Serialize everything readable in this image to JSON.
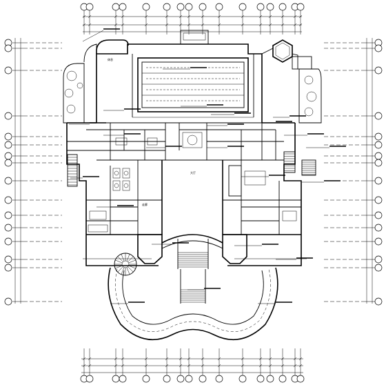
{
  "drawing": {
    "room_labels": [
      {
        "id": "hall",
        "text": "大厅"
      },
      {
        "id": "corridor-left",
        "text": "走廊"
      },
      {
        "id": "upper-left-room",
        "text": "休息"
      }
    ],
    "legend_icon": "floor-plan-icon"
  }
}
